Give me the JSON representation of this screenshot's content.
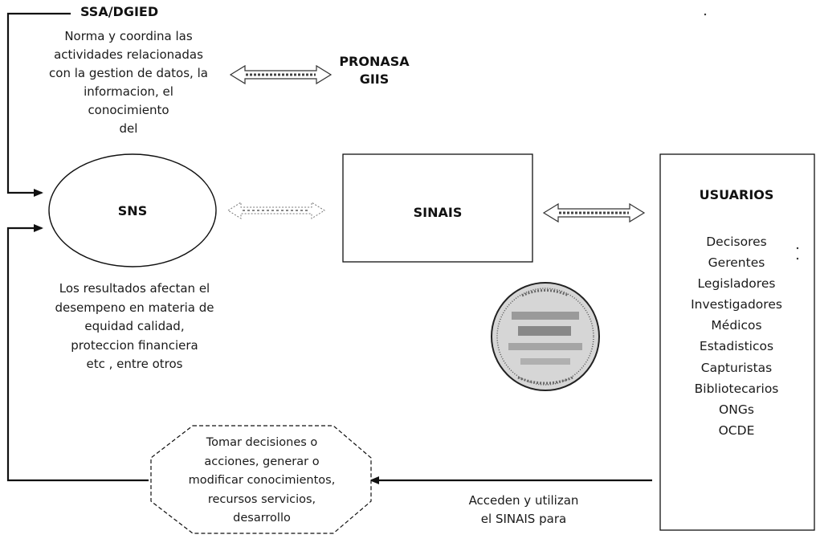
{
  "colors": {
    "background": "#ffffff",
    "ink": "#111111",
    "seal_fill": "#d6d6d6"
  },
  "ssa": {
    "title": "SSA/DGIED",
    "description_lines": [
      "Norma y coordina las",
      "actividades relacionadas",
      "con la gestion de datos, la",
      "informacion, el",
      "conocimiento",
      "del"
    ]
  },
  "pronasa": {
    "lines": [
      "PRONASA",
      "GIIS"
    ]
  },
  "sns": {
    "label": "SNS"
  },
  "sinais": {
    "label": "SINAIS"
  },
  "usuarios": {
    "title": "USUARIOS",
    "items": [
      "Decisores",
      "Gerentes",
      "Legisladores",
      "Investigadores",
      "Médicos",
      "Estadisticos",
      "Capturistas",
      "Bibliotecarios",
      "ONGs",
      "OCDE"
    ]
  },
  "results": {
    "lines": [
      "Los resultados afectan el",
      "desempeno en materia de",
      "equidad  calidad,",
      "proteccion financiera",
      "etc , entre otros"
    ]
  },
  "decisions": {
    "lines": [
      "Tomar decisiones o",
      "acciones, generar o",
      "modificar conocimientos,",
      "recursos  servicios,",
      "desarrollo"
    ]
  },
  "access": {
    "lines": [
      "Acceden y utilizan",
      "el SINAIS para"
    ]
  },
  "icons": {
    "seal": "seal-stamp-icon",
    "double_arrow": "double-arrow-icon",
    "arrowhead": "arrowhead-icon"
  }
}
